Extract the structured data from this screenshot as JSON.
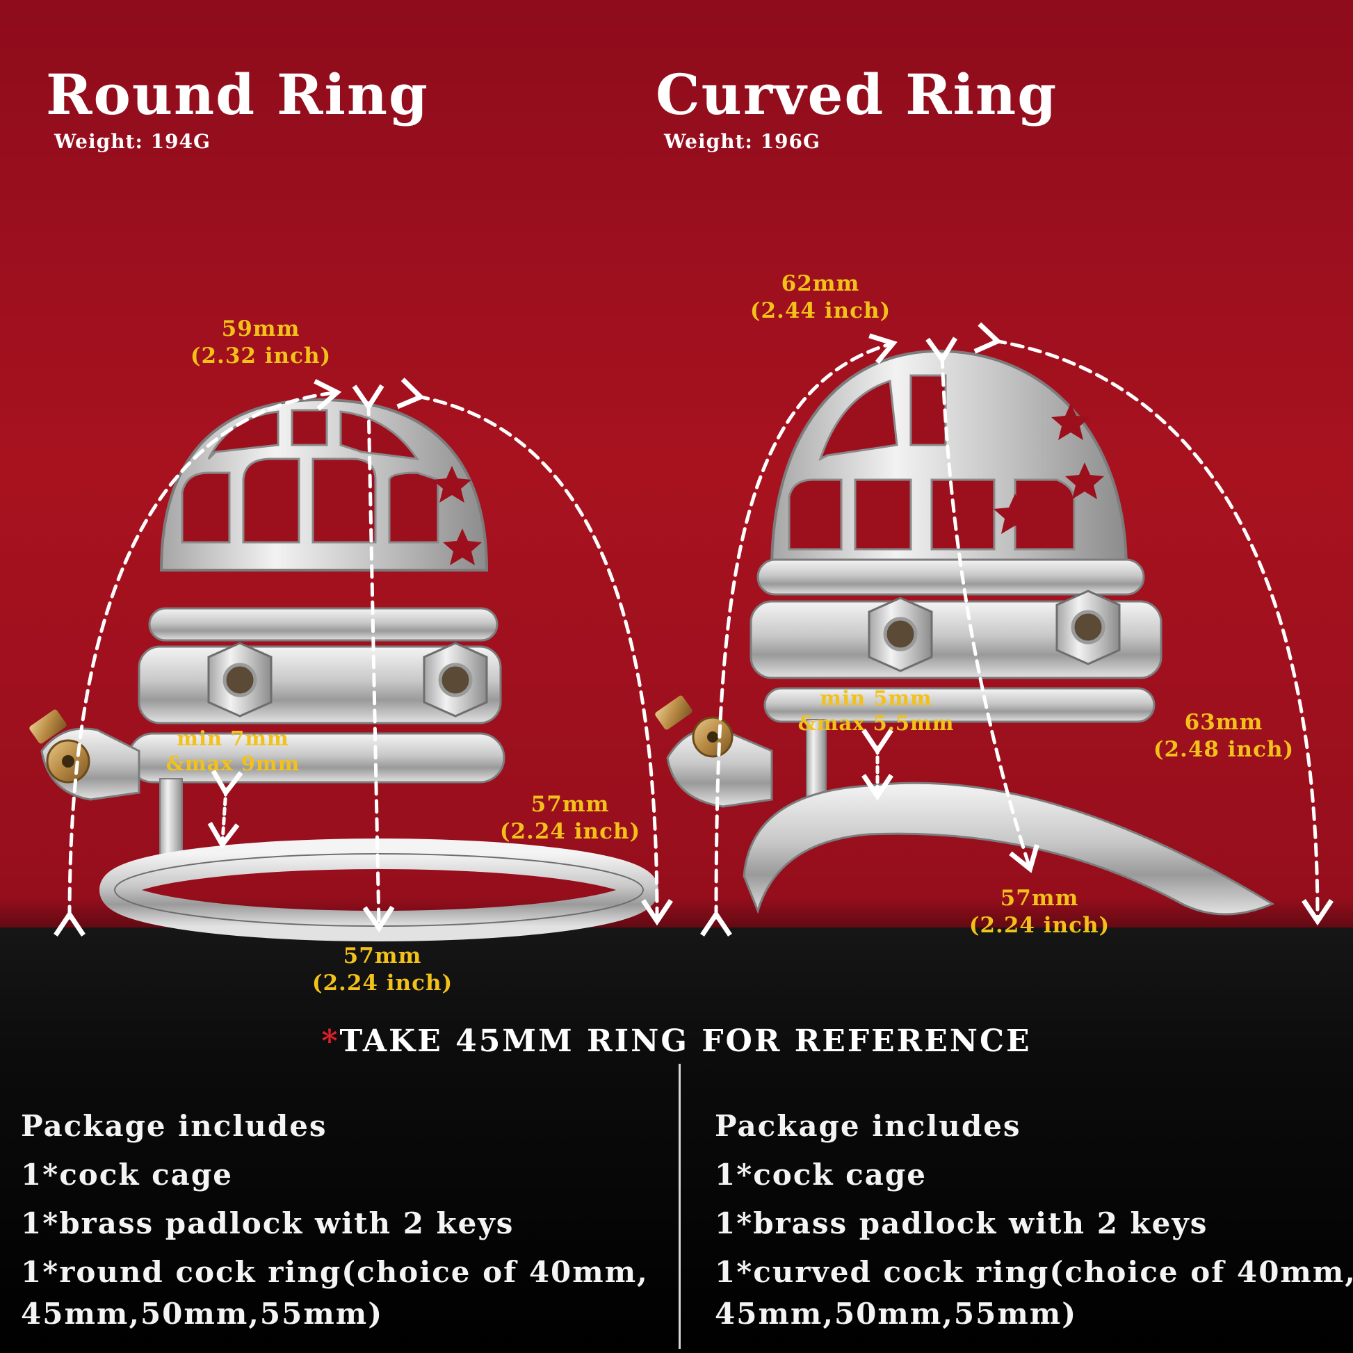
{
  "round": {
    "title": "Round Ring",
    "weight": "Weight:  194G",
    "dims": {
      "arc_mm": "59mm",
      "arc_in": "(2.32 inch)",
      "side_mm": "57mm",
      "side_in": "(2.24 inch)",
      "bottom_mm": "57mm",
      "bottom_in": "(2.24 inch)",
      "gap_min": "min 7mm",
      "gap_max": "&max 9mm"
    }
  },
  "curved": {
    "title": "Curved Ring",
    "weight": "Weight:  196G",
    "dims": {
      "arc_mm": "62mm",
      "arc_in": "(2.44 inch)",
      "side_mm": "63mm",
      "side_in": "(2.48 inch)",
      "bottom_mm": "57mm",
      "bottom_in": "(2.24 inch)",
      "gap_min": "min 5mm",
      "gap_max": "&max 5.5mm"
    }
  },
  "note": {
    "asterisk": "*",
    "text": "TAKE 45MM RING FOR REFERENCE"
  },
  "package_left": {
    "heading": "Package includes",
    "items": [
      "1*cock cage",
      "1*brass padlock with 2 keys",
      "1*round cock ring(choice of 40mm,",
      "45mm,50mm,55mm)"
    ]
  },
  "package_right": {
    "heading": "Package includes",
    "items": [
      "1*cock cage",
      "1*brass padlock with 2 keys",
      "1*curved cock ring(choice of 40mm,",
      "45mm,50mm,55mm)"
    ]
  },
  "colors": {
    "background_red": "#a8121f",
    "background_black": "#0c0c0c",
    "dimension_text": "#f2c21a",
    "asterisk": "#e0202a",
    "text": "#ffffff"
  }
}
